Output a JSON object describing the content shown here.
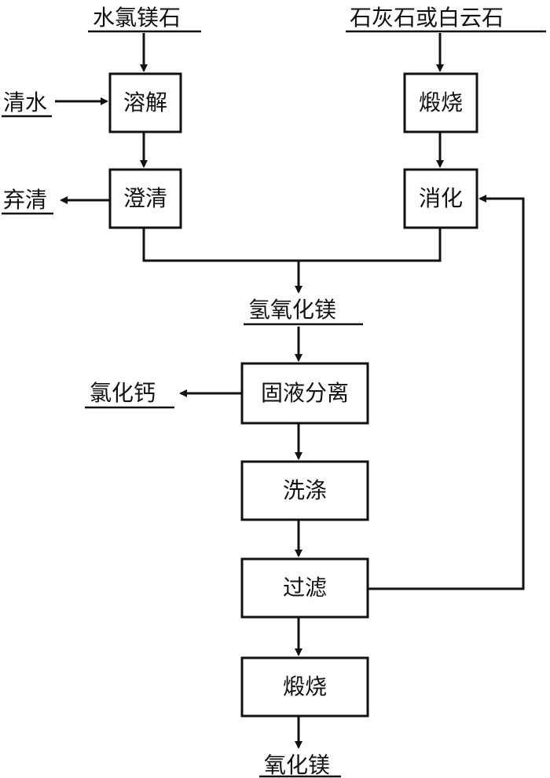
{
  "process_boxes": {
    "dissolve": "溶解",
    "clarify": "澄清",
    "calcine_top": "煅烧",
    "digest": "消化",
    "separate": "固液分离",
    "wash": "洗涤",
    "filter": "过滤",
    "calcine_bottom": "煅烧"
  },
  "materials": {
    "bischofite": "水氯镁石",
    "limestone_dolomite": "石灰石或白云石",
    "clean_water": "清水",
    "discard_clear": "弃清",
    "magnesium_hydroxide": "氢氧化镁",
    "calcium_chloride": "氯化钙",
    "magnesium_oxide": "氧化镁"
  },
  "colors": {
    "ink": "#111111",
    "background": "#ffffff"
  }
}
